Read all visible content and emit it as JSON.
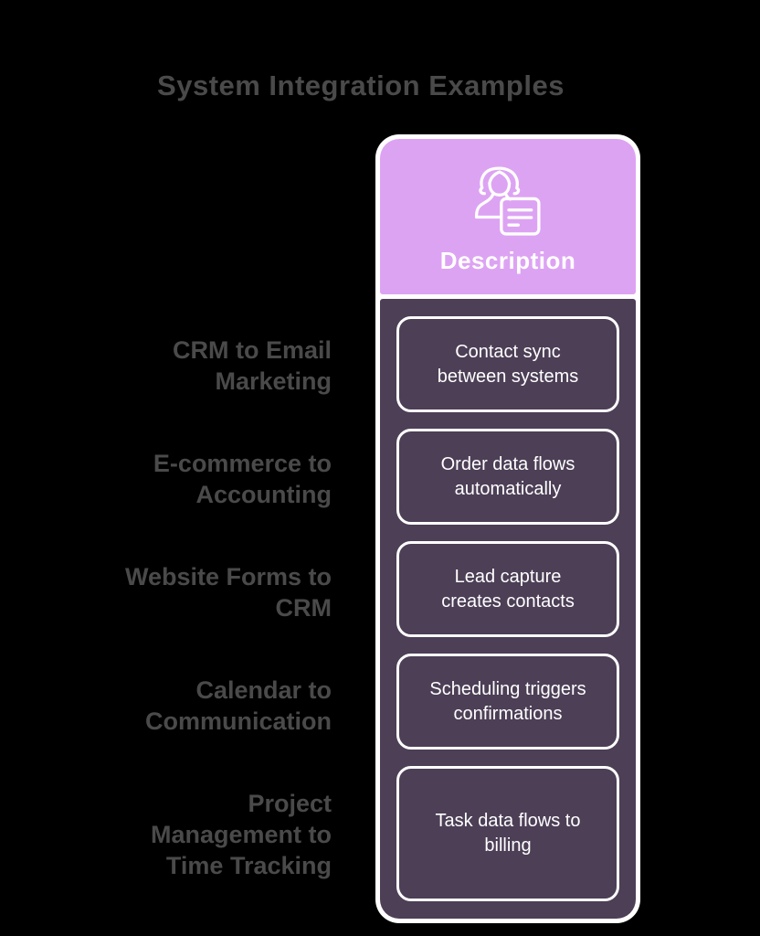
{
  "title": "System Integration Examples",
  "column": {
    "header_label": "Description",
    "icon": "person-document-icon"
  },
  "rows": [
    {
      "label": "CRM to Email\nMarketing",
      "description": "Contact sync\nbetween systems"
    },
    {
      "label": "E-commerce to\nAccounting",
      "description": "Order data flows\nautomatically"
    },
    {
      "label": "Website Forms to\nCRM",
      "description": "Lead capture\ncreates contacts"
    },
    {
      "label": "Calendar to\nCommunication",
      "description": "Scheduling triggers\nconfirmations"
    },
    {
      "label": "Project\nManagement to\nTime Tracking",
      "description": "Task data flows to\nbilling"
    }
  ],
  "colors": {
    "background": "#000000",
    "header_bg": "#DDA3F3",
    "body_bg": "#4C3F56",
    "card_border": "#FFFFFF",
    "label_text": "#4A4A4A",
    "cell_text": "#FFFFFF",
    "title_text": "#4A4A4A"
  }
}
